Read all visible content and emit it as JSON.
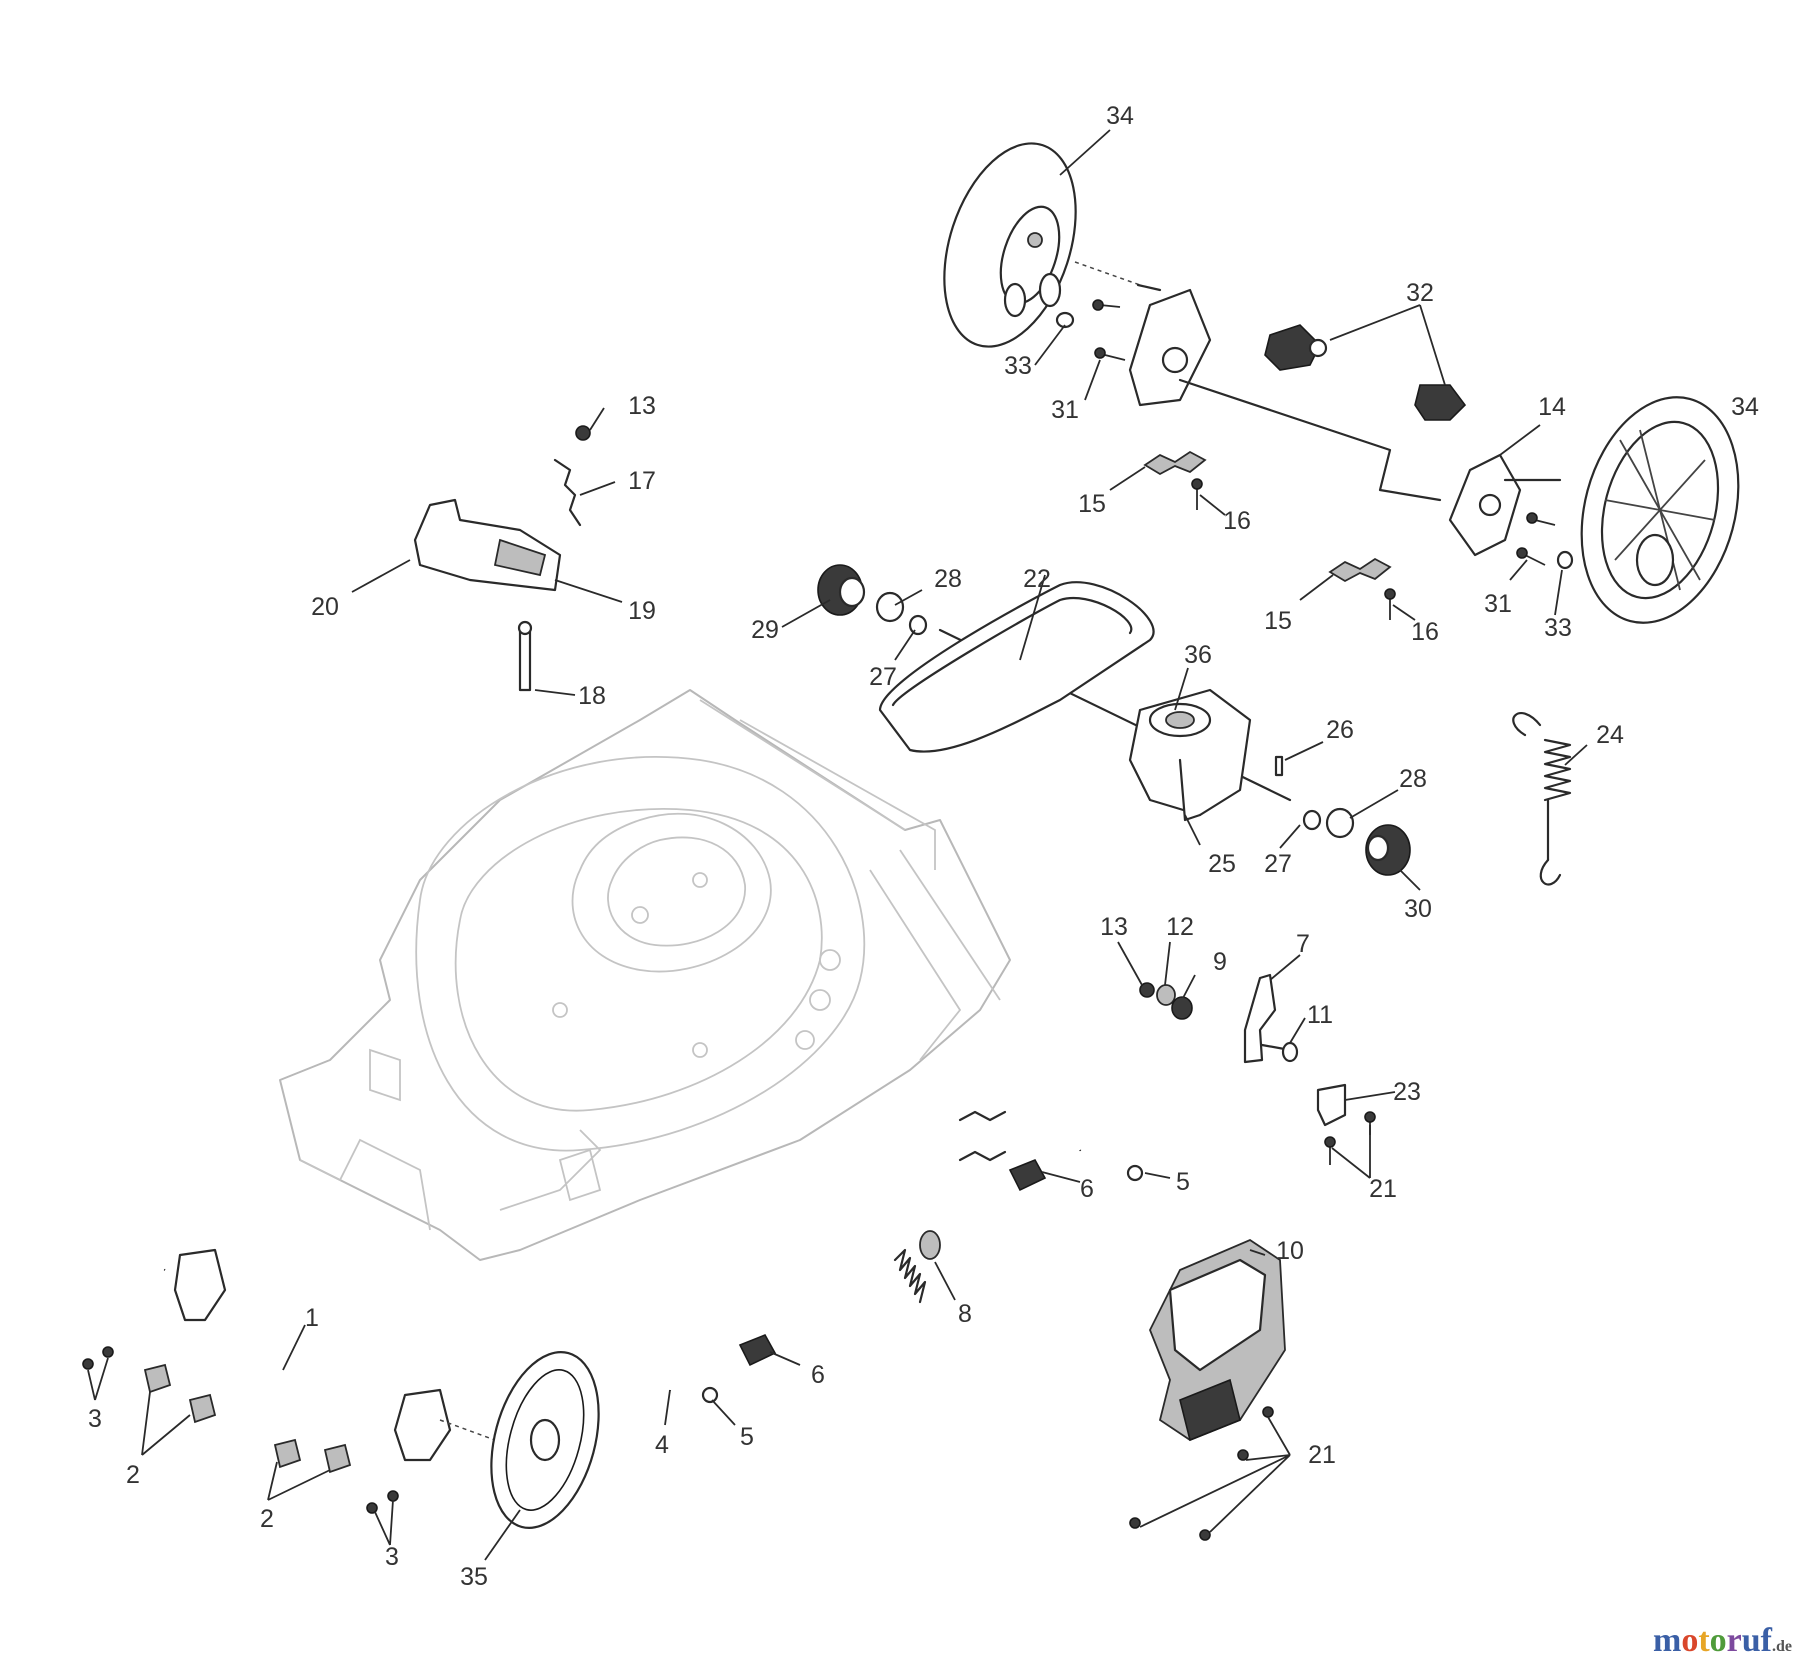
{
  "callouts": [
    {
      "id": "c34a",
      "text": "34"
    },
    {
      "id": "c32",
      "text": "32"
    },
    {
      "id": "c33a",
      "text": "33"
    },
    {
      "id": "c31a",
      "text": "31"
    },
    {
      "id": "c14",
      "text": "14"
    },
    {
      "id": "c34b",
      "text": "34"
    },
    {
      "id": "c15a",
      "text": "15"
    },
    {
      "id": "c16a",
      "text": "16"
    },
    {
      "id": "c31b",
      "text": "31"
    },
    {
      "id": "c33b",
      "text": "33"
    },
    {
      "id": "c15b",
      "text": "15"
    },
    {
      "id": "c16b",
      "text": "16"
    },
    {
      "id": "c13a",
      "text": "13"
    },
    {
      "id": "c17",
      "text": "17"
    },
    {
      "id": "c20",
      "text": "20"
    },
    {
      "id": "c19",
      "text": "19"
    },
    {
      "id": "c18",
      "text": "18"
    },
    {
      "id": "c29",
      "text": "29"
    },
    {
      "id": "c28a",
      "text": "28"
    },
    {
      "id": "c22",
      "text": "22"
    },
    {
      "id": "c27a",
      "text": "27"
    },
    {
      "id": "c36",
      "text": "36"
    },
    {
      "id": "c26",
      "text": "26"
    },
    {
      "id": "c24",
      "text": "24"
    },
    {
      "id": "c28b",
      "text": "28"
    },
    {
      "id": "c25",
      "text": "25"
    },
    {
      "id": "c27b",
      "text": "27"
    },
    {
      "id": "c30",
      "text": "30"
    },
    {
      "id": "c13b",
      "text": "13"
    },
    {
      "id": "c12",
      "text": "12"
    },
    {
      "id": "c9",
      "text": "9"
    },
    {
      "id": "c7",
      "text": "7"
    },
    {
      "id": "c11",
      "text": "11"
    },
    {
      "id": "c23",
      "text": "23"
    },
    {
      "id": "c5a",
      "text": "5"
    },
    {
      "id": "c21a",
      "text": "21"
    },
    {
      "id": "c6a",
      "text": "6"
    },
    {
      "id": "c10",
      "text": "10"
    },
    {
      "id": "c8",
      "text": "8"
    },
    {
      "id": "c1",
      "text": "1"
    },
    {
      "id": "c6b",
      "text": "6"
    },
    {
      "id": "c3a",
      "text": "3"
    },
    {
      "id": "c2a",
      "text": "2"
    },
    {
      "id": "c21b",
      "text": "21"
    },
    {
      "id": "c4",
      "text": "4"
    },
    {
      "id": "c5b",
      "text": "5"
    },
    {
      "id": "c2b",
      "text": "2"
    },
    {
      "id": "c3b",
      "text": "3"
    },
    {
      "id": "c35",
      "text": "35"
    }
  ],
  "watermark": {
    "m": "m",
    "o1": "o",
    "t": "t",
    "o2": "o",
    "r": "r",
    "uf": "uf",
    "de": ".de"
  }
}
